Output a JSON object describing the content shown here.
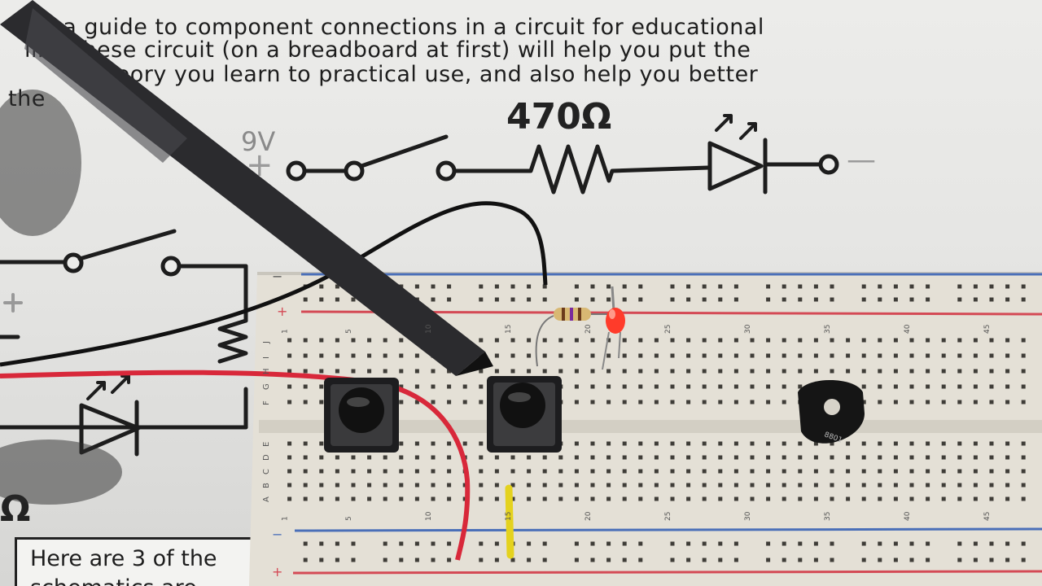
{
  "paper": {
    "line1": "re a guide to component connections in a circuit for educational",
    "line2": "ling these circuit (on a breadboard at first) will help you put the",
    "line3": "heory you learn to practical use, and also help you better",
    "line4": "the",
    "voltage_label": "9V",
    "resistor_label": "470Ω",
    "plus_sign": "+",
    "minus_sign": "—",
    "omega_fragment": "Ω",
    "box_text": "Here are 3 of the",
    "box_text_line2": "schematics are"
  },
  "breadboard": {
    "rail_minus": "−",
    "rail_plus": "+",
    "column_numbers_top": [
      "1",
      "5",
      "10",
      "15",
      "20",
      "25",
      "30",
      "35",
      "40",
      "45"
    ],
    "column_numbers_bottom": [
      "1",
      "5",
      "10",
      "15",
      "20",
      "25",
      "30",
      "35",
      "40",
      "45"
    ],
    "row_letters_top": [
      "J",
      "I",
      "H",
      "G",
      "F"
    ],
    "row_letters_bottom": [
      "E",
      "D",
      "C",
      "B",
      "A"
    ],
    "buzzer_marking": "8801"
  },
  "colors": {
    "paper": "#ececea",
    "ink": "#1d1d1d",
    "board": "#e4e0d6",
    "rail_red": "#d44a55",
    "rail_blue": "#4a6fb8",
    "wire_black": "#111111",
    "wire_red": "#d8283a",
    "wire_yellow": "#e4d21e",
    "led_red": "#ff3b2a",
    "pen": "#2b2b2e"
  }
}
